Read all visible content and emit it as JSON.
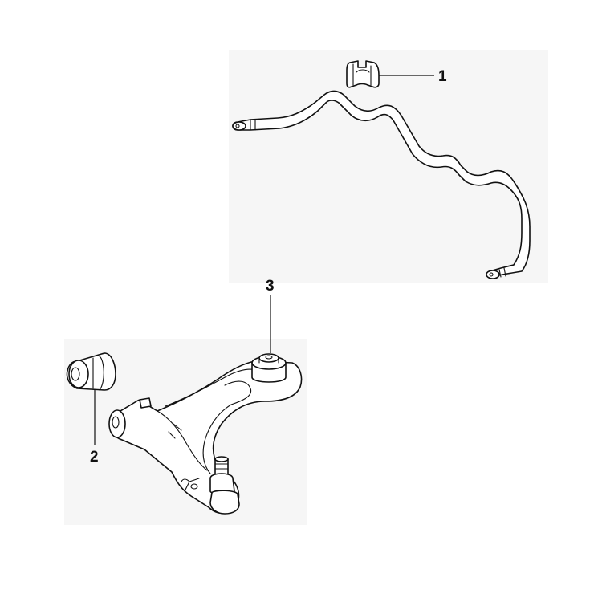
{
  "callouts": [
    {
      "number": "1"
    },
    {
      "number": "2"
    },
    {
      "number": "3"
    }
  ],
  "colors": {
    "line": "#111111",
    "background": "#ffffff"
  }
}
